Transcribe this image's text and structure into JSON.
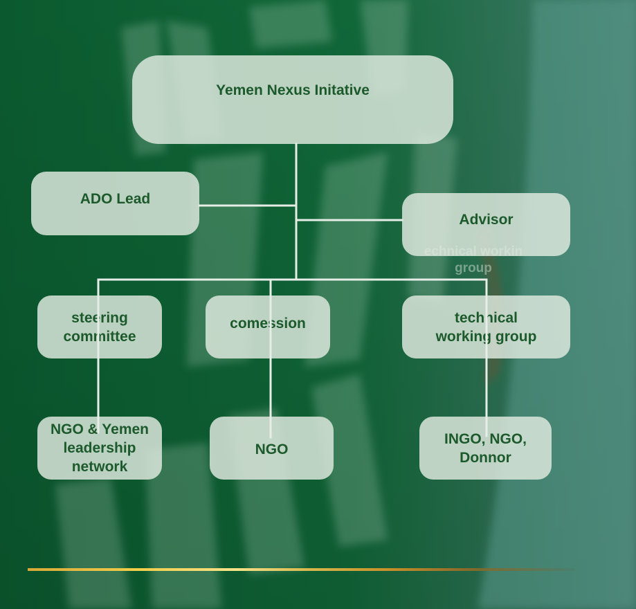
{
  "diagram": {
    "root": "Yemen Nexus Initative",
    "ado_lead": "ADO Lead",
    "advisor": "Advisor",
    "ghost_label": "echnical workin\ngroup",
    "steering": "steering\ncommittee",
    "comession": "comession",
    "technical": "technical\nworking group",
    "ngo_yemen": "NGO & Yemen\nleadership\nnetwork",
    "ngo": "NGO",
    "ingo": "INGO, NGO,\nDonnor"
  },
  "colors": {
    "background": "#0f6a3a",
    "node_fill": "#dee8de",
    "node_text": "#1c5a2c",
    "connector": "#e6ece6",
    "accent_gold": "#f2cd4a"
  }
}
